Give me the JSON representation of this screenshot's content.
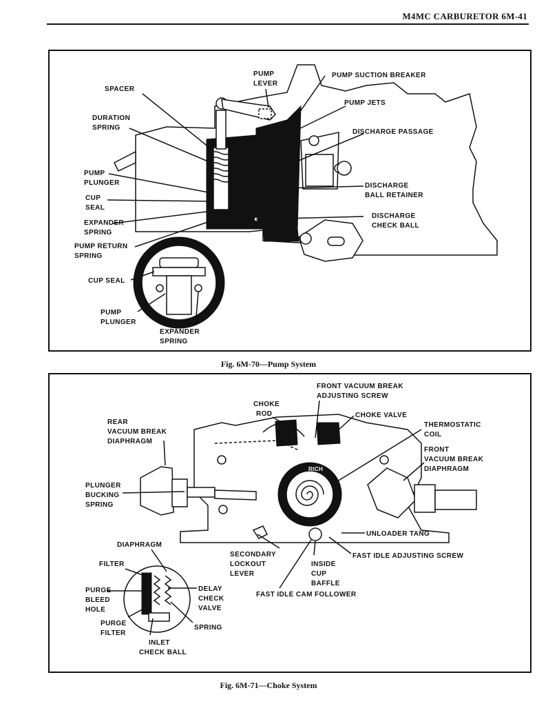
{
  "header": {
    "title": "M4MC CARBURETOR  6M-41"
  },
  "figure1": {
    "caption": "Fig. 6M-70—Pump System",
    "labels": {
      "pump_lever_1": "PUMP",
      "pump_lever_2": "LEVER",
      "pump_suction_breaker": "PUMP SUCTION BREAKER",
      "spacer": "SPACER",
      "pump_jets": "PUMP JETS",
      "duration_spring_1": "DURATION",
      "duration_spring_2": "SPRING",
      "discharge_passage": "DISCHARGE PASSAGE",
      "pump_plunger_1": "PUMP",
      "pump_plunger_2": "PLUNGER",
      "discharge_ball_retainer_1": "DISCHARGE",
      "discharge_ball_retainer_2": "BALL RETAINER",
      "cup_seal_1": "CUP",
      "cup_seal_2": "SEAL",
      "discharge_check_ball_1": "DISCHARGE",
      "discharge_check_ball_2": "CHECK BALL",
      "expander_spring_1": "EXPANDER",
      "expander_spring_2": "SPRING",
      "pump_return_spring_1": "PUMP RETURN",
      "pump_return_spring_2": "SPRING",
      "inset_cup_seal": "CUP SEAL",
      "inset_pump_plunger_1": "PUMP",
      "inset_pump_plunger_2": "PLUNGER",
      "inset_expander_spring_1": "EXPANDER",
      "inset_expander_spring_2": "SPRING"
    }
  },
  "figure2": {
    "caption": "Fig. 6M-71—Choke System",
    "labels": {
      "front_vacuum_break_screw_1": "FRONT VACUUM BREAK",
      "front_vacuum_break_screw_2": "ADJUSTING SCREW",
      "choke_rod_1": "CHOKE",
      "choke_rod_2": "ROD",
      "choke_valve": "CHOKE VALVE",
      "rear_vacuum_break_1": "REAR",
      "rear_vacuum_break_2": "VACUUM BREAK",
      "rear_vacuum_break_3": "DIAPHRAGM",
      "thermostatic_coil_1": "THERMOSTATIC",
      "thermostatic_coil_2": "COIL",
      "front_vacuum_break_diaphragm_1": "FRONT",
      "front_vacuum_break_diaphragm_2": "VACUUM BREAK",
      "front_vacuum_break_diaphragm_3": "DIAPHRAGM",
      "plunger_bucking_spring_1": "PLUNGER",
      "plunger_bucking_spring_2": "BUCKING",
      "plunger_bucking_spring_3": "SPRING",
      "rich_mark": "RICH",
      "unloader_tang": "UNLOADER TANG",
      "diaphragm": "DIAPHRAGM",
      "secondary_lockout_1": "SECONDARY",
      "secondary_lockout_2": "LOCKOUT",
      "secondary_lockout_3": "LEVER",
      "fast_idle_adjusting_screw": "FAST IDLE ADJUSTING SCREW",
      "filter": "FILTER",
      "inside_cup_baffle_1": "INSIDE",
      "inside_cup_baffle_2": "CUP",
      "inside_cup_baffle_3": "BAFFLE",
      "purge_bleed_hole_1": "PURGE",
      "purge_bleed_hole_2": "BLEED",
      "purge_bleed_hole_3": "HOLE",
      "delay_check_valve_1": "DELAY",
      "delay_check_valve_2": "CHECK",
      "delay_check_valve_3": "VALVE",
      "fast_idle_cam_follower": "FAST IDLE CAM FOLLOWER",
      "purge_filter_1": "PURGE",
      "purge_filter_2": "FILTER",
      "spring": "SPRING",
      "inlet_check_ball_1": "INLET",
      "inlet_check_ball_2": "CHECK BALL"
    }
  }
}
